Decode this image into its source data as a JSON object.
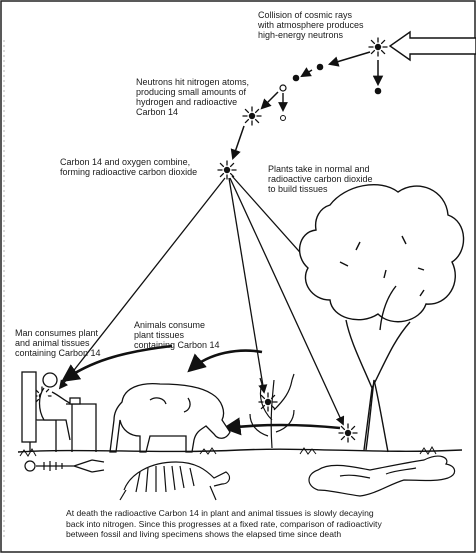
{
  "labels": {
    "cosmic": "Collision of cosmic rays\nwith atmosphere produces\nhigh-energy neutrons",
    "neutrons": "Neutrons hit nitrogen atoms,\nproducing small amounts of\nhydrogen and radioactive\nCarbon 14",
    "c14_oxygen": "Carbon 14 and oxygen combine,\nforming radioactive carbon dioxide",
    "plants": "Plants take in normal and\nradioactive carbon dioxide\nto build tissues",
    "man": "Man consumes plant\nand animal tissues\ncontaining Carbon 14",
    "animals": "Animals consume\nplant tissues\ncontaining Carbon 14",
    "death": "At death the radioactive Carbon 14 in plant and animal tissues is slowly decaying\nback into nitrogen. Since this progresses at a fixed rate, comparison of radioactivity\nbetween fossil and living specimens shows the elapsed time since death"
  },
  "icons": [
    "starburst-icon",
    "arrow-icon"
  ],
  "colors": {
    "ink": "#111111",
    "paper": "#ffffff"
  }
}
